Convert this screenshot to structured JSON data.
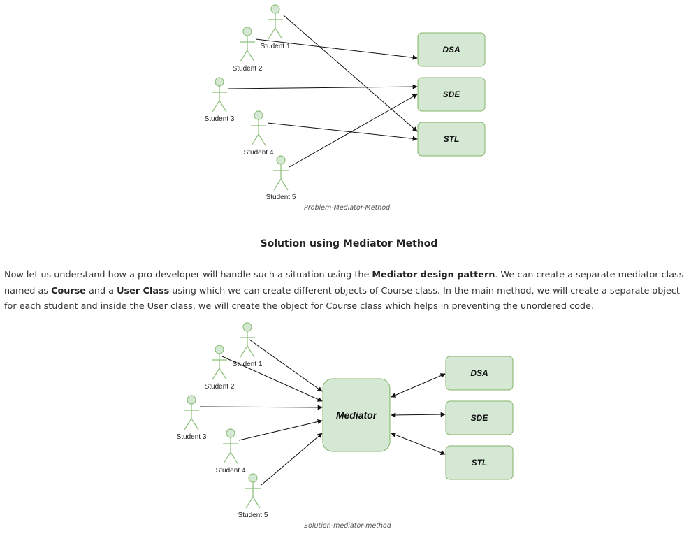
{
  "diagram1": {
    "students": [
      "Student 1",
      "Student 2",
      "Student 3",
      "Student 4",
      "Student 5"
    ],
    "courses": [
      "DSA",
      "SDE",
      "STL"
    ],
    "caption": "Problem-Mediator-Method"
  },
  "section_heading": "Solution using Mediator Method",
  "paragraph": {
    "t1": "Now let us understand how a pro developer will handle such a situation using the ",
    "b1": "Mediator design pattern",
    "t2": ". We can create a separate mediator class named as ",
    "b2": "Course",
    "t3": " and a ",
    "b3": "User Class",
    "t4": " using which we can create different objects of Course class. In the main method, we will create a separate object for each student and inside the User class, we will create the object for Course class which helps in preventing the unordered code."
  },
  "diagram2": {
    "students": [
      "Student 1",
      "Student 2",
      "Student 3",
      "Student 4",
      "Student 5"
    ],
    "mediator": "Mediator",
    "courses": [
      "DSA",
      "SDE",
      "STL"
    ],
    "caption": "Solution-mediator-method"
  },
  "colors": {
    "actor_stroke": "#8bbf79",
    "box_fill": "#d5e8d4",
    "box_stroke": "#82b366"
  }
}
